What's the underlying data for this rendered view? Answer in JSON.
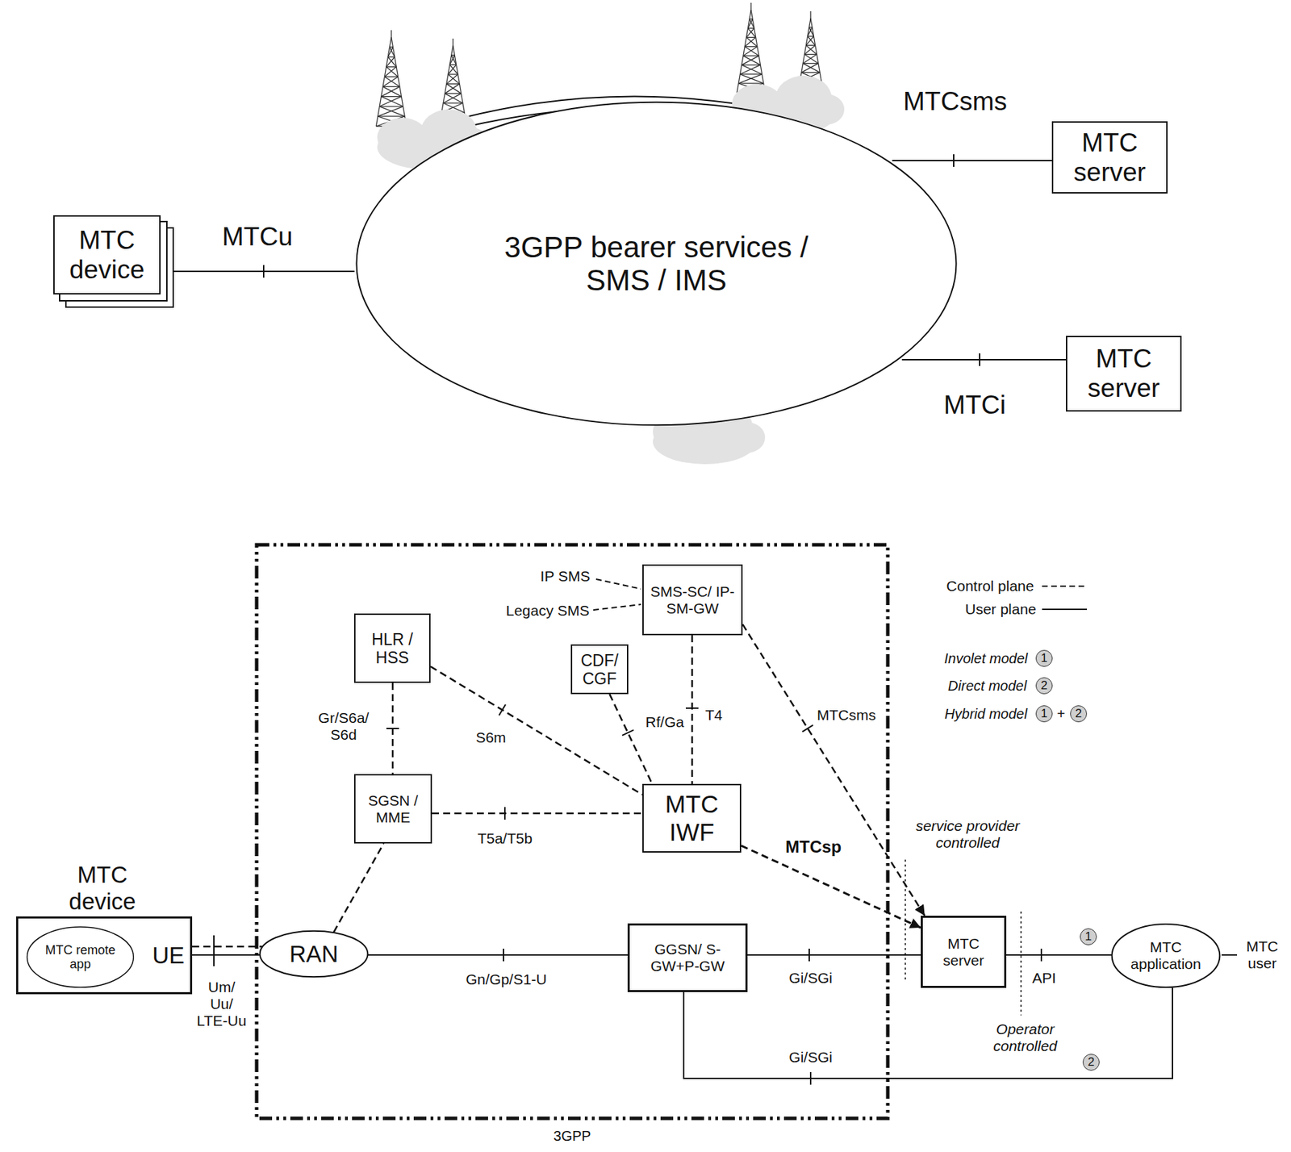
{
  "diagram": {
    "nodes": [
      {
        "text": [
          "MTC device"
        ]
      },
      {
        "text": [
          "3GPP bearer services / SMS / IMS"
        ]
      },
      {
        "text": [
          "MTC server"
        ]
      },
      {
        "text": [
          "MTC server"
        ]
      },
      {
        "text": [
          "3GPP"
        ]
      },
      {
        "text": [
          "SMS-SC/ IP-SM-GW"
        ],
        "in": 4
      },
      {
        "text": [
          "HLR / HSS"
        ],
        "in": 4
      },
      {
        "text": [
          "CDF/ CGF"
        ],
        "in": 4
      },
      {
        "text": [
          "SGSN / MME"
        ],
        "in": 4
      },
      {
        "text": [
          "MTC IWF"
        ],
        "in": 4
      },
      {
        "text": [
          "MTC device",
          "UE"
        ]
      },
      {
        "text": [
          "MTC remote app"
        ],
        "in": 10
      },
      {
        "text": [
          "RAN"
        ],
        "in": 4
      },
      {
        "text": [
          "GGSN/ S-GW+P-GW"
        ],
        "in": 4
      },
      {
        "text": [
          "MTC server"
        ]
      },
      {
        "text": [
          "MTC application"
        ]
      }
    ],
    "edges": [
      {
        "from": 0,
        "to": 1,
        "arrow": "none",
        "label": "MTCu"
      },
      {
        "from": 1,
        "to": 2,
        "arrow": "none",
        "label": "MTCsms"
      },
      {
        "from": 1,
        "to": 3,
        "arrow": "none",
        "label": "MTCi"
      },
      {
        "from": 10,
        "to": 12,
        "arrow": "none",
        "label": "Um/ Uu/ LTE-Uu"
      },
      {
        "from": 10,
        "to": 12,
        "arrow": "none"
      },
      {
        "from": 12,
        "to": 8,
        "arrow": "none"
      },
      {
        "from": 6,
        "to": 8,
        "arrow": "none",
        "label": "Gr/S6a/ S6d"
      },
      {
        "from": 6,
        "to": 9,
        "arrow": "none",
        "label": "S6m"
      },
      {
        "from": 7,
        "to": 9,
        "arrow": "none",
        "label": "Rf/Ga"
      },
      {
        "from": 5,
        "to": 9,
        "arrow": "none",
        "label": "T4"
      },
      {
        "from": 5,
        "to": 14,
        "arrow": "to",
        "label": "MTCsms"
      },
      {
        "from": 8,
        "to": 9,
        "arrow": "none",
        "label": "T5a/T5b"
      },
      {
        "from": 9,
        "to": 14,
        "arrow": "to",
        "label": "MTCsp"
      },
      {
        "from": 12,
        "to": 13,
        "arrow": "none",
        "label": "Gn/Gp/S1-U"
      },
      {
        "from": 13,
        "to": 14,
        "arrow": "none",
        "label": "Gi/SGi"
      },
      {
        "from": 14,
        "to": 15,
        "arrow": "none",
        "label": "API"
      },
      {
        "from": 13,
        "to": 15,
        "arrow": "none",
        "label": "Gi/SGi"
      }
    ],
    "labels": [
      "IP SMS",
      "Legacy SMS",
      "Involet model",
      "1",
      "Direct model",
      "2",
      "Hybrid model",
      "1",
      "+",
      "2",
      "service provider controlled",
      "1",
      "Operator controlled",
      "2",
      "MTC user"
    ],
    "legend": [
      {
        "text": "Control plane"
      },
      {
        "text": "User plane"
      }
    ]
  }
}
